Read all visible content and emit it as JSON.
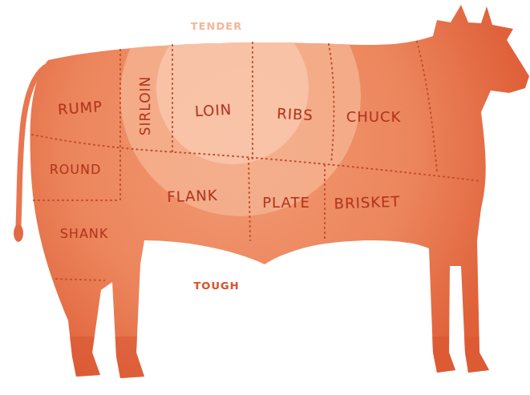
{
  "diagram": {
    "labels": [
      "TENDER",
      "RUMP",
      "SIRLOIN",
      "LOIN",
      "RIBS",
      "CHUCK",
      "ROUND",
      "FLANK",
      "PLATE",
      "BRISKET",
      "SHANK",
      "TOUGH"
    ]
  }
}
